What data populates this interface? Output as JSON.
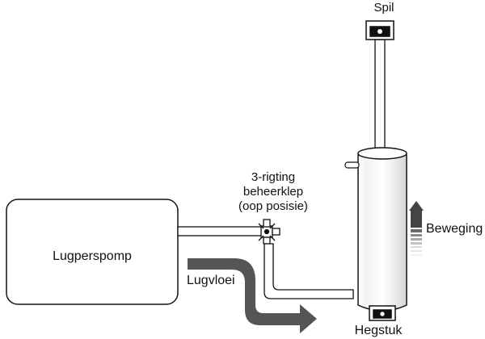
{
  "diagram": {
    "pump_label": "Lugperspomp",
    "valve_label_lines": [
      "3-rigting",
      "beheerklep",
      "(oop posisie)"
    ],
    "flow_label": "Lugvloei",
    "rod_label": "Spil",
    "movement_label": "Beweging",
    "mount_label": "Hegstuk"
  },
  "colors": {
    "stroke": "#111111",
    "flow_arrow": "#555555",
    "movement_arrow": "#444444",
    "background": "#ffffff"
  }
}
